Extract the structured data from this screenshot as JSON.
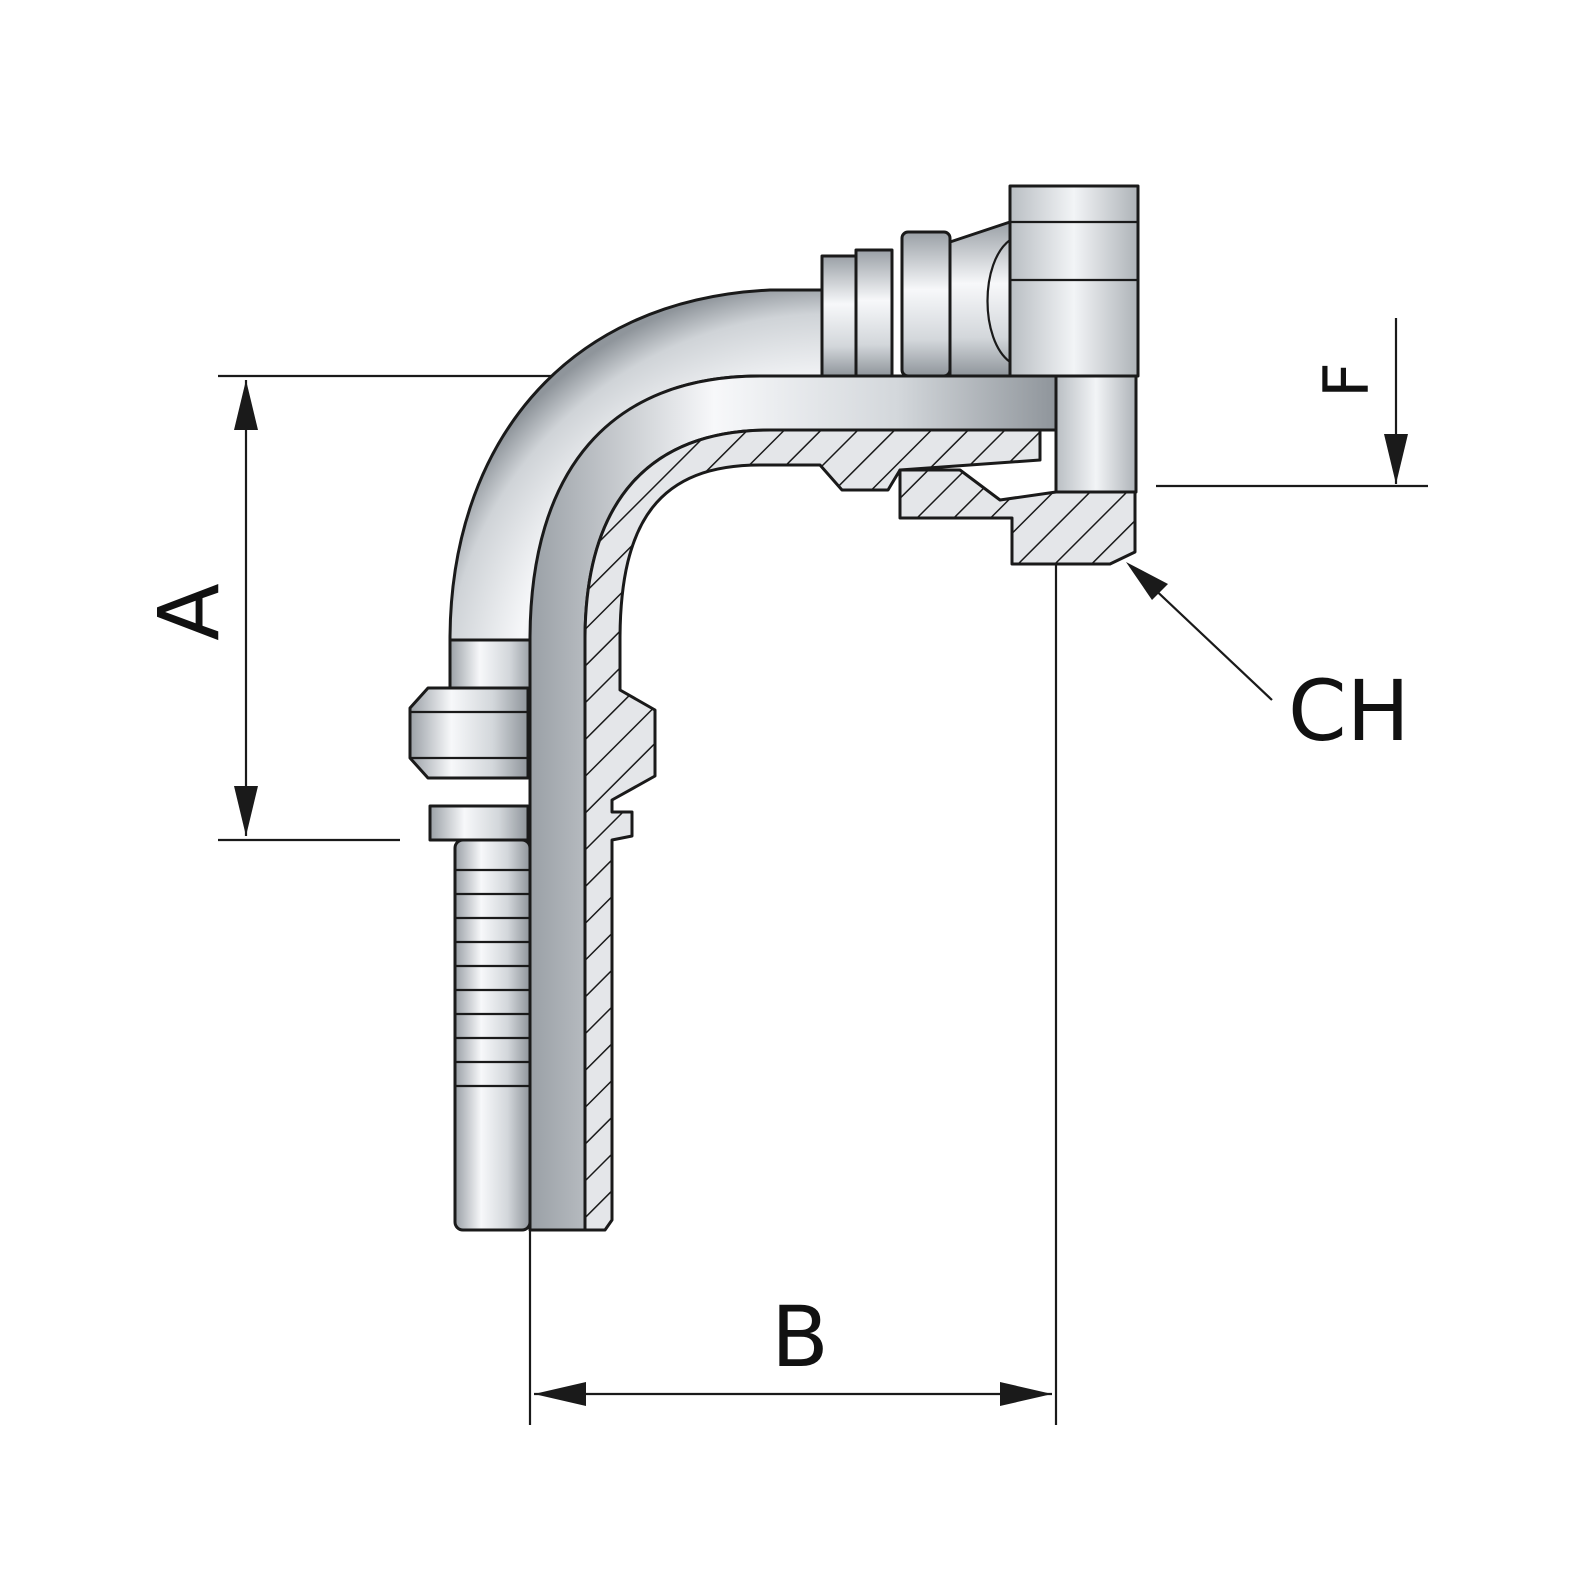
{
  "diagram": {
    "labels": {
      "a": "A",
      "b": "B",
      "f": "F",
      "ch": "CH"
    },
    "colors": {
      "outline": "#1a1a1a",
      "metal_light": "#f4f6f8",
      "metal_mid": "#c9cdd2",
      "metal_dark": "#8e9398",
      "background": "#ffffff"
    }
  }
}
